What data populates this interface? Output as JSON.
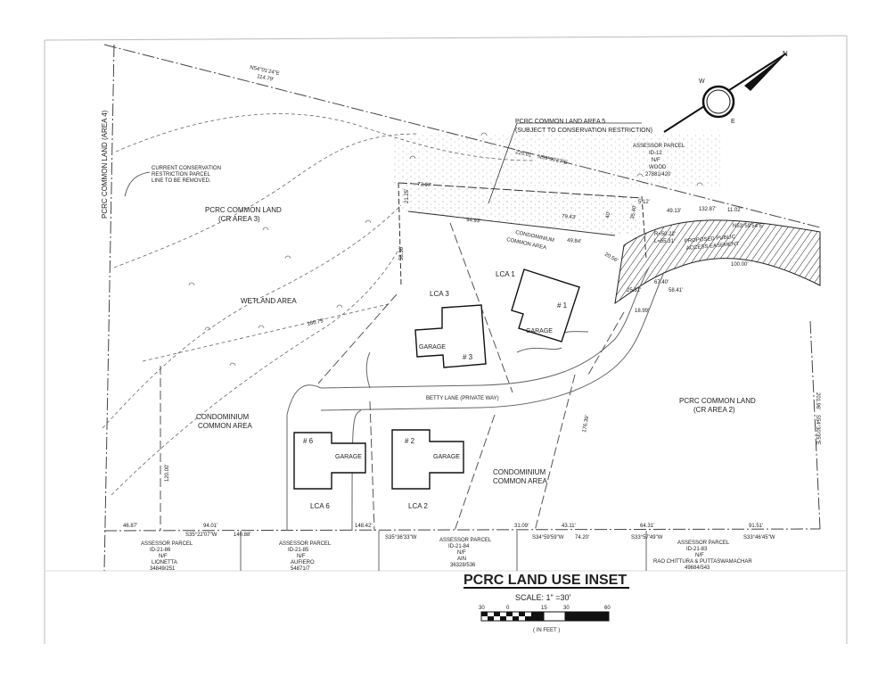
{
  "labels": {
    "pcrc_cl_area4": "PCRC COMMON LAND (AREA 4)",
    "conservation_note_1": "CURRENT CONSERVATION",
    "conservation_note_2": "RESTRICTION PARCEL",
    "conservation_note_3": "LINE TO BE REMOVED.",
    "pcrc_cl_area3_1": "PCRC COMMON LAND",
    "pcrc_cl_area3_2": "(CR AREA 3)",
    "wetland": "WETLAND AREA",
    "area5_1": "PCRC COMMON LAND AREA 5",
    "area5_2": "(SUBJECT TO CONSERVATION RESTRICTION)",
    "ap_id12_1": "ASSESSOR PARCEL",
    "ap_id12_2": "ID-12",
    "ap_id12_3": "N/F",
    "ap_id12_4": "WOOD",
    "ap_id12_5": "27881/420",
    "condo_top_1": "CONDOMINIUM",
    "condo_top_2": "COMMON AREA",
    "easement_1": "PROPOSED PUBLIC",
    "easement_2": "ACCESS EASEMENT",
    "lca1": "LCA 1",
    "lca3": "LCA 3",
    "lca6": "LCA 6",
    "lca2": "LCA 2",
    "unit1": "# 1",
    "unit3": "# 3",
    "unit6": "# 6",
    "unit2": "# 2",
    "garage": "GARAGE",
    "betty_lane": "BETTY LANE (PRIVATE WAY)",
    "pcrc_cr2_1": "PCRC COMMON LAND",
    "pcrc_cr2_2": "(CR AREA 2)",
    "condo_left_1": "CONDOMINIUM",
    "condo_left_2": "COMMON AREA",
    "condo_right_1": "CONDOMINIUM",
    "condo_right_2": "COMMON AREA",
    "ap86": [
      "ASSESSOR PARCEL",
      "ID-21-86",
      "N/F",
      "LIONETTA",
      "34849/251"
    ],
    "ap85": [
      "ASSESSOR PARCEL",
      "ID-21-85",
      "N/F",
      "AUFIERO",
      "54871/7"
    ],
    "ap84": [
      "ASSESSOR PARCEL",
      "ID-21-84",
      "N/F",
      "AIN",
      "36328/536"
    ],
    "ap83": [
      "ASSESSOR PARCEL",
      "ID-21-83",
      "N/F",
      "RAO CHITTURA & PUTTASWAMACHAR",
      "49684/543"
    ]
  },
  "bearings": {
    "n54": "N54°01'24\"E",
    "d114": "114.79'",
    "d225": "225.01'",
    "n53_30": "N53°30'27\"E",
    "d72": "72.97'",
    "d94": "94.93'",
    "d79": "79.43'",
    "d49a": "49.84'",
    "d40": "40'",
    "d35": "35.40'",
    "d5": "5.12'",
    "d49b": "49.13'",
    "d132": "132.87'",
    "d11": "11.02'",
    "n53_59": "N53°59'54\"E",
    "r50": "R=50.22'",
    "l55": "L=55.31'",
    "d20": "20.56'",
    "d25": "25.31'",
    "d67": "67.40'",
    "d58": "58.41'",
    "d18": "18.99'",
    "d180": "180.75'",
    "d58b": "58.36'",
    "d176": "176.39'",
    "d120": "120.00'",
    "d21": "21.25'",
    "d100": "100.00'",
    "d201": "201.96'",
    "s54": "S54°30'35\"E",
    "d46": "46.87'",
    "d94b": "94.01'",
    "s35_22": "S35°22'07\"W",
    "d140": "140.88'",
    "d148": "148.42'",
    "s35_36": "S35°36'33\"W",
    "d31": "31.09'",
    "d43": "43.11'",
    "s34": "S34°59'59\"W",
    "d74": "74.20'",
    "d64": "64.31'",
    "s33_57": "S33°57'49\"W",
    "d91": "91.51'",
    "s33_46": "S33°46'45\"W"
  },
  "title": {
    "main": "PCRC LAND USE INSET",
    "scale": "SCALE: 1\" =30'"
  },
  "scale_bar": {
    "ticks": [
      "30",
      "0",
      "15",
      "30",
      "60"
    ],
    "unit": "( IN FEET )"
  },
  "north_arrow": {
    "n": "N",
    "w": "W",
    "e": "E"
  }
}
